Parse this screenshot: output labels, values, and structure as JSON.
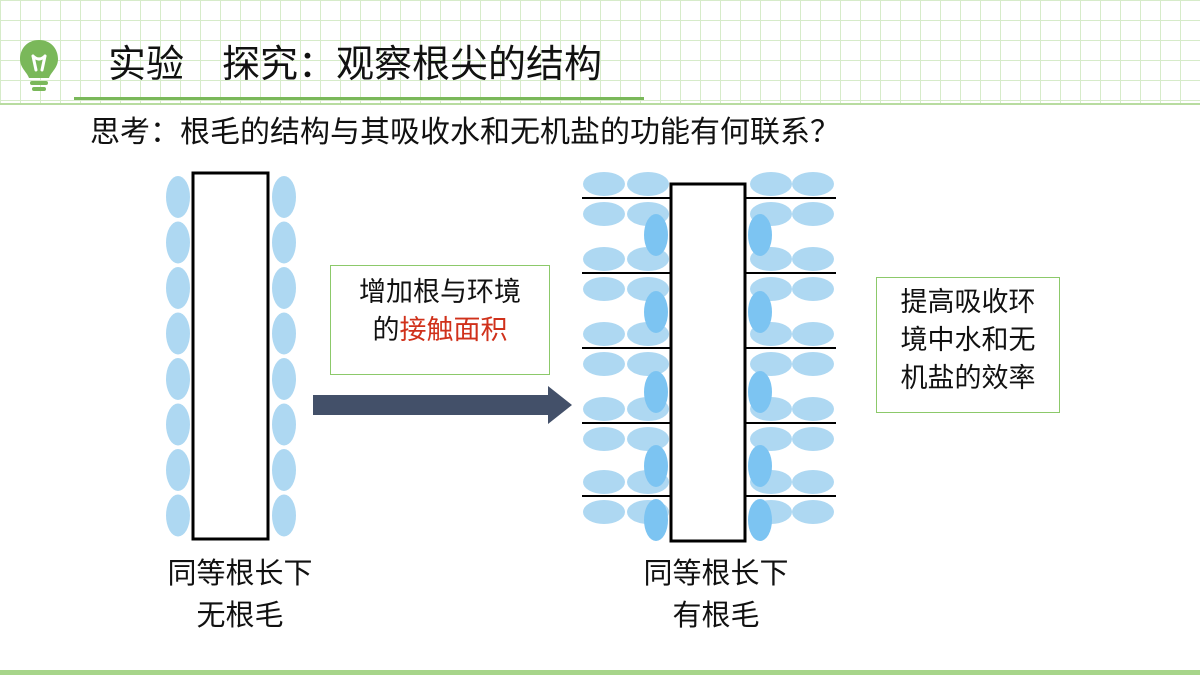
{
  "header": {
    "title": "实验　探究：观察根尖的结构",
    "icon": "lightbulb-icon",
    "accent_color": "#7ab85a"
  },
  "question": "思考：根毛的结构与其吸收水和无机盐的功能有何联系？",
  "arrow_box": {
    "line1": "增加根与环境",
    "line2_prefix": "的",
    "line2_highlight": "接触面积",
    "highlight_color": "#d0311b"
  },
  "result_box": {
    "line1": "提高吸收环",
    "line2": "境中水和无",
    "line3": "机盐的效率"
  },
  "left_caption": {
    "line1": "同等根长下",
    "line2": "无根毛"
  },
  "right_caption": {
    "line1": "同等根长下",
    "line2": "有根毛"
  },
  "colors": {
    "cell_light": "#aed8f2",
    "cell_dark": "#7cc4f2",
    "arrow": "#435069"
  }
}
